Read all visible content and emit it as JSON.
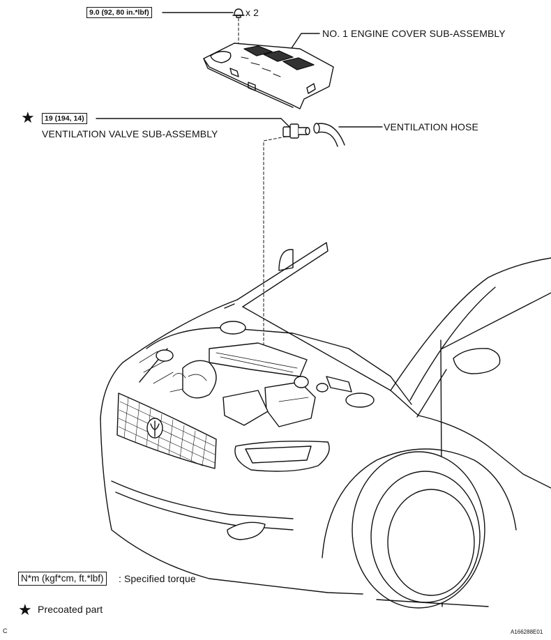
{
  "labels": {
    "cover_torque": "9.0 (92, 80 in.*lbf)",
    "bolt_qty": "x 2",
    "engine_cover": "NO. 1 ENGINE COVER SUB-ASSEMBLY",
    "valve_torque": "19 (194, 14)",
    "ventilation_valve": "VENTILATION VALVE SUB-ASSEMBLY",
    "ventilation_hose": "VENTILATION HOSE"
  },
  "legend": {
    "torque_unit": "N*m (kgf*cm, ft.*lbf)",
    "torque_desc": ": Specified torque",
    "precoated": "Precoated part",
    "star_glyph": "★"
  },
  "footer": {
    "left_code": "C",
    "figure_id": "A166288E01"
  },
  "icons": [
    "precoated-star-icon",
    "bolt-icon"
  ]
}
